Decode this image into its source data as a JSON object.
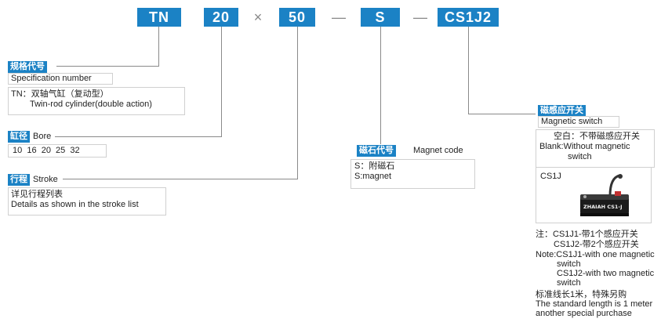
{
  "model_code": {
    "parts": [
      "TN",
      "20",
      "50",
      "S",
      "CS1J2"
    ],
    "separators": [
      "×",
      "—",
      "—"
    ]
  },
  "spec": {
    "tag_cn": "规格代号",
    "label_en": "Specification number",
    "desc_line1": "TN：双轴气缸（复动型）",
    "desc_line2": "Twin-rod cylinder(double action)"
  },
  "bore": {
    "tag_cn": "缸径",
    "label_en": "Bore",
    "values": "10  16  20  25  32"
  },
  "stroke": {
    "tag_cn": "行程",
    "label_en": "Stroke",
    "desc_line1": "详见行程列表",
    "desc_line2": "Details as shown in the stroke list"
  },
  "magnet": {
    "tag_cn": "磁石代号",
    "label_en": "Magnet code",
    "desc_line1": "S：附磁石",
    "desc_line2": "S:magnet"
  },
  "switch": {
    "tag_cn": "磁感应开关",
    "label_en": "Magnetic switch",
    "blank_cn": "空白：不带磁感应开关",
    "blank_en_1": "Blank:Without magnetic",
    "blank_en_2": "switch",
    "model": "CS1J",
    "product_label": "ZHAIAH CS1-J",
    "notes": [
      "注：CS1J1-带1个感应开关",
      "CS1J2-带2个感应开关",
      "Note:CS1J1-with one magnetic",
      "switch",
      "CS1J2-with two magnetic",
      "switch",
      "标准线长1米，特殊另购",
      "The standard length is 1 meter",
      "another special purchase"
    ]
  },
  "colors": {
    "accent": "#1b82c5",
    "line": "#8a8a8a",
    "border": "#d0d0d0"
  }
}
